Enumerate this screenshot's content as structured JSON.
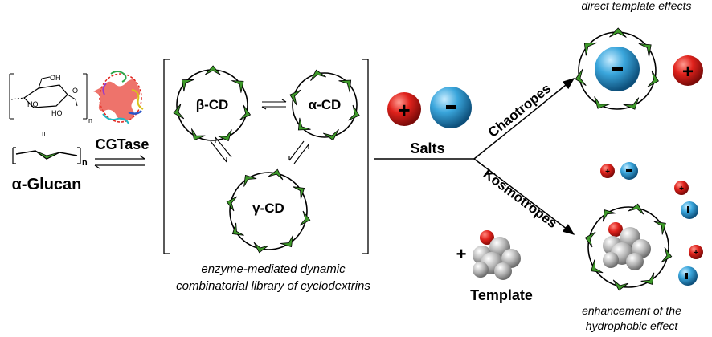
{
  "labels": {
    "top_right": "direct template effects",
    "glucan": "α-Glucan",
    "n_sub": "n",
    "enzyme": "CGTase",
    "beta": "β-CD",
    "alpha": "α-CD",
    "gamma": "γ-CD",
    "caption_line1": "enzyme-mediated dynamic",
    "caption_line2": "combinatorial library of cyclodextrins",
    "salts": "Salts",
    "chaotropes": "Chaotropes",
    "kosmotropes": "Kosmotropes",
    "template": "Template",
    "bottom_right_line1": "enhancement of the",
    "bottom_right_line2": "hydrophobic effect",
    "structure_oh1": "OH",
    "structure_ho1": "HO",
    "structure_ho2": "HO",
    "structure_o": "O",
    "structure_n": "n",
    "equiv": "II"
  },
  "colors": {
    "cation": "#e0221c",
    "anion": "#3aa6dc",
    "glucose_unit": "#3e9a2a",
    "ring_stroke": "#000000",
    "oxygen": "#e0221c",
    "carbon": "#b5b5b5"
  }
}
